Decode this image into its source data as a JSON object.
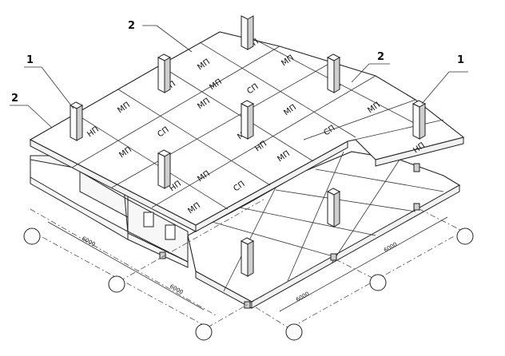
{
  "callouts": [
    {
      "id": "c1a",
      "text": "2"
    },
    {
      "id": "c1b",
      "text": "1"
    },
    {
      "id": "c1c",
      "text": "2"
    },
    {
      "id": "c1d",
      "text": "2"
    },
    {
      "id": "c1e",
      "text": "1"
    }
  ],
  "panel_labels": {
    "np": "НП",
    "mp": "МП",
    "sp": "СП"
  },
  "dimensions": [
    "6000",
    "6000",
    "6000",
    "6000"
  ]
}
